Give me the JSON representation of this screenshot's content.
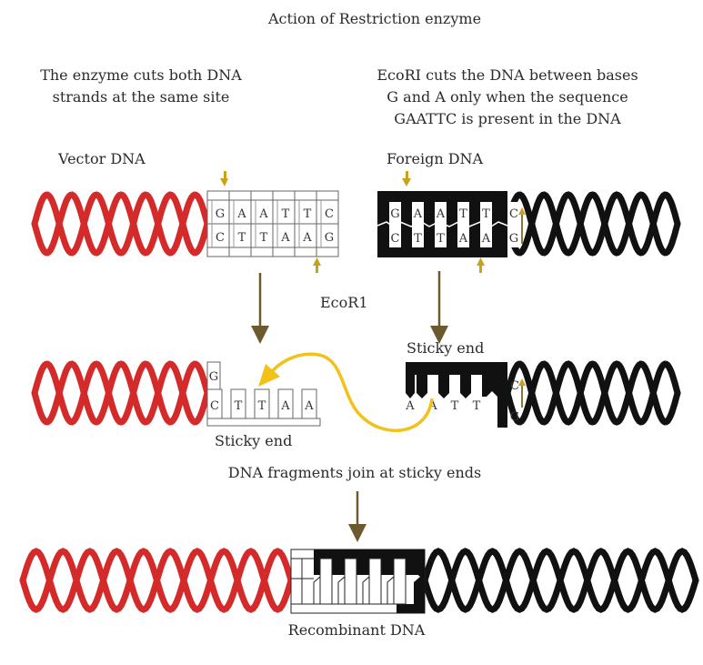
{
  "title": "Action of Restriction enzyme",
  "left_note": [
    "The enzyme cuts both DNA",
    "strands at the same site"
  ],
  "right_note": [
    "EcoRI cuts the DNA between bases",
    "G and A only when the sequence",
    "GAATTC is present in the DNA"
  ],
  "vector_label": "Vector DNA",
  "foreign_label": "Foreign DNA",
  "enzyme_label": "EcoR1",
  "sticky_end_left": "Sticky end",
  "sticky_end_right": "Sticky end",
  "join_label": "DNA fragments join at sticky ends",
  "recombinant_label": "Recombinant DNA",
  "vector_top_bases": [
    "G",
    "A",
    "A",
    "T",
    "T",
    "C"
  ],
  "vector_bottom_bases": [
    "C",
    "T",
    "T",
    "A",
    "A",
    "G"
  ],
  "foreign_top_bases": [
    "G",
    "A",
    "A",
    "T",
    "T",
    "C"
  ],
  "foreign_bottom_bases": [
    "C",
    "T",
    "T",
    "A",
    "A",
    "G"
  ],
  "vector_sticky_top": [
    "G"
  ],
  "vector_sticky_bottom": [
    "C",
    "T",
    "T",
    "A",
    "A"
  ],
  "foreign_sticky_overhang": [
    "A",
    "A",
    "T",
    "T"
  ],
  "foreign_sticky_side": [
    "C",
    "G"
  ],
  "colors": {
    "vector_helix": "#d42a2a",
    "foreign_helix": "#111111",
    "cut_arrow": "#c9a21a",
    "flow_arrow": "#6b5a2e",
    "join_curve": "#f2c21b"
  }
}
